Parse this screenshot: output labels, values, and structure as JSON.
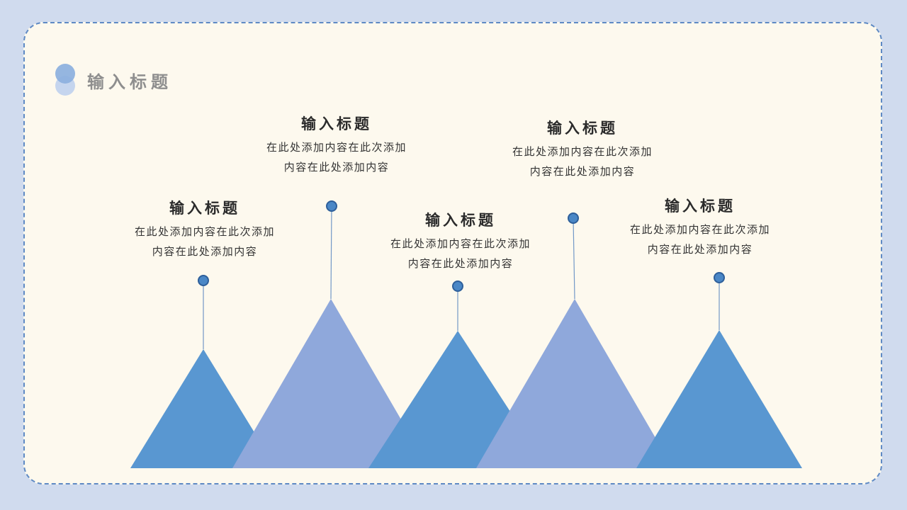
{
  "colors": {
    "page_bg": "#d0dbee",
    "card_bg": "#fdf9ee",
    "border": "#5f8ac4",
    "triangle_dark": "#5997d1",
    "triangle_light": "#8fa8db",
    "connector": "#7298c7",
    "dot_fill": "#4a87c6",
    "dot_stroke": "#2e5f9a",
    "header_title": "#8e8e8e",
    "item_title": "#2b2b2b",
    "item_body": "#333333",
    "bullet_top": "#8cb0de",
    "bullet_bottom": "#c5d5ee"
  },
  "header": {
    "title": "输入标题"
  },
  "items": [
    {
      "title": "输入标题",
      "body": [
        "在此处添加内容在此次添加",
        "内容在此处添加内容"
      ]
    },
    {
      "title": "输入标题",
      "body": [
        "在此处添加内容在此次添加",
        "内容在此处添加内容"
      ]
    },
    {
      "title": "输入标题",
      "body": [
        "在此处添加内容在此次添加",
        "内容在此处添加内容"
      ]
    },
    {
      "title": "输入标题",
      "body": [
        "在此处添加内容在此次添加",
        "内容在此处添加内容"
      ]
    },
    {
      "title": "输入标题",
      "body": [
        "在此处添加内容在此次添加",
        "内容在此处添加内容"
      ]
    }
  ]
}
